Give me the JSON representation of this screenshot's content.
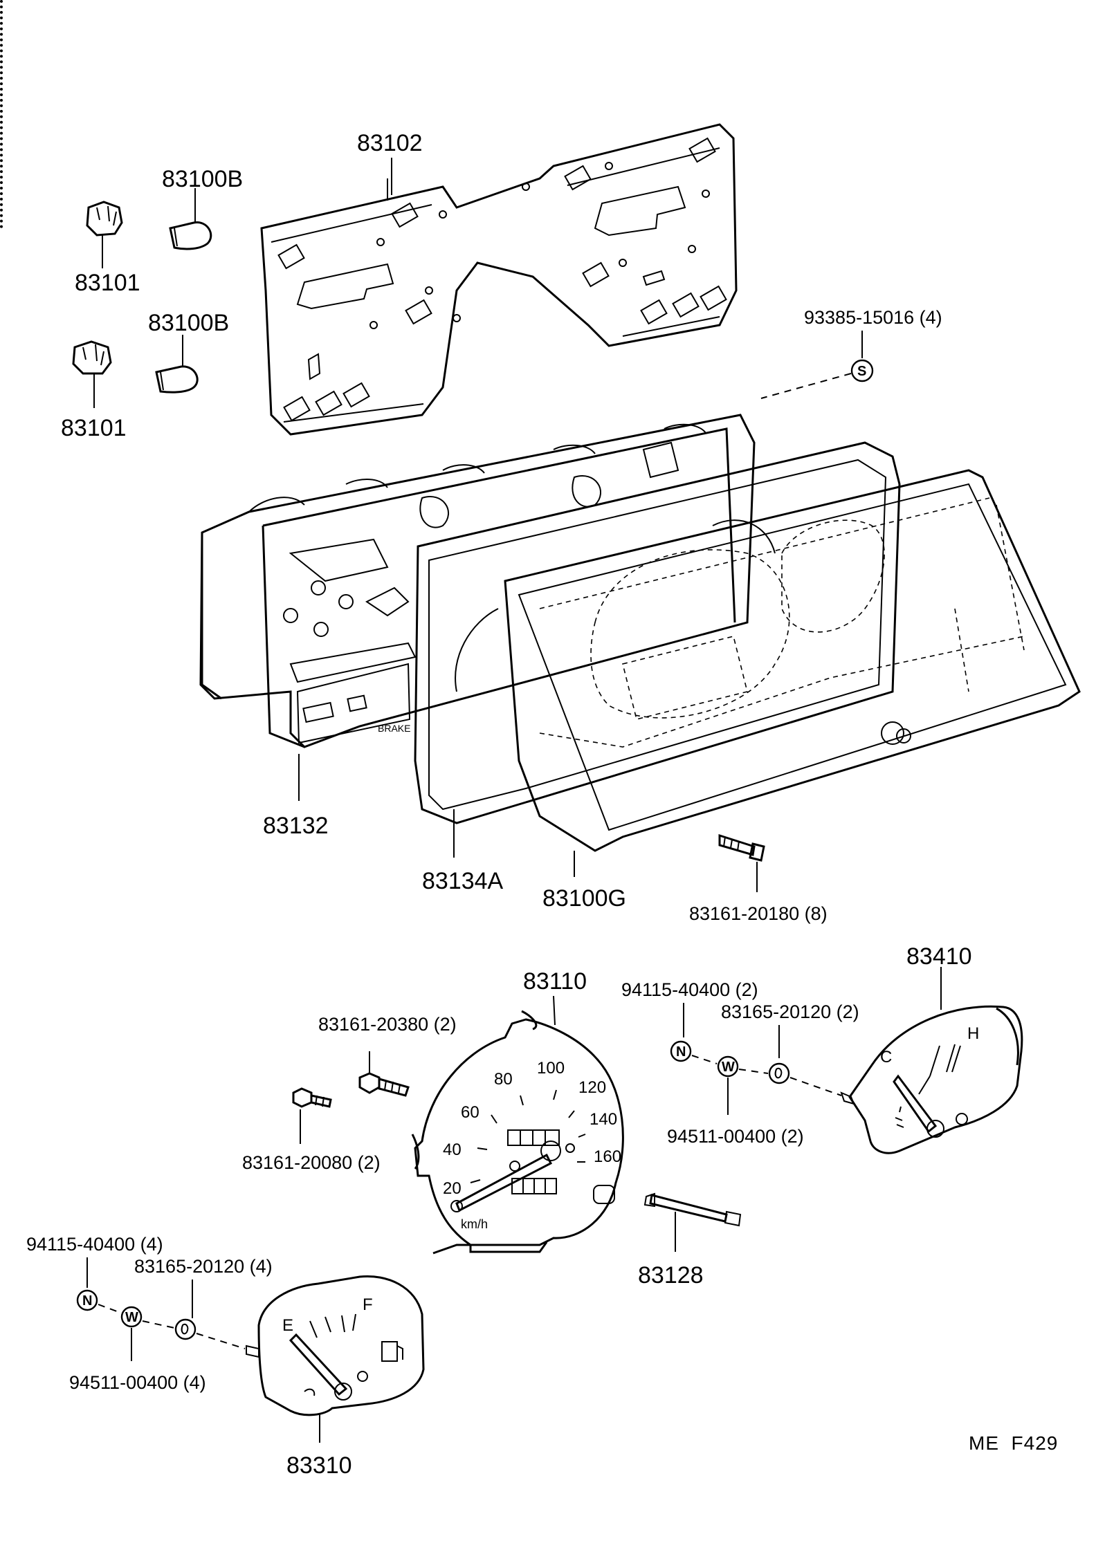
{
  "parts": {
    "p83102": "83102",
    "p83100b_top": "83100B",
    "p83101_top": "83101",
    "p83100b_bottom": "83100B",
    "p83101_bottom": "83101",
    "p93385": "93385-15016 (4)",
    "p83132": "83132",
    "p83134a": "83134A",
    "p83100g": "83100G",
    "p83161_20180": "83161-20180 (8)",
    "p83110": "83110",
    "p94115_right": "94115-40400 (2)",
    "p83165_right": "83165-20120 (2)",
    "p83410": "83410",
    "p83161_20380": "83161-20380 (2)",
    "p83161_20080": "83161-20080 (2)",
    "p94511_right": "94511-00400 (2)",
    "p83128": "83128",
    "p94115_left": "94115-40400 (4)",
    "p83165_left": "83165-20120 (4)",
    "p94511_left": "94511-00400 (4)",
    "p83310": "83310"
  },
  "symbols": {
    "screw": "S",
    "nut": "N",
    "washer": "W"
  },
  "gauge": {
    "speed_marks": [
      "20",
      "40",
      "60",
      "80",
      "100",
      "120",
      "140",
      "160"
    ],
    "speed_unit": "km/h",
    "fuel_empty": "E",
    "fuel_full": "F",
    "temp_cold": "C",
    "temp_hot": "H",
    "warning_brake": "BRAKE"
  },
  "figure_code": "ME  F429"
}
